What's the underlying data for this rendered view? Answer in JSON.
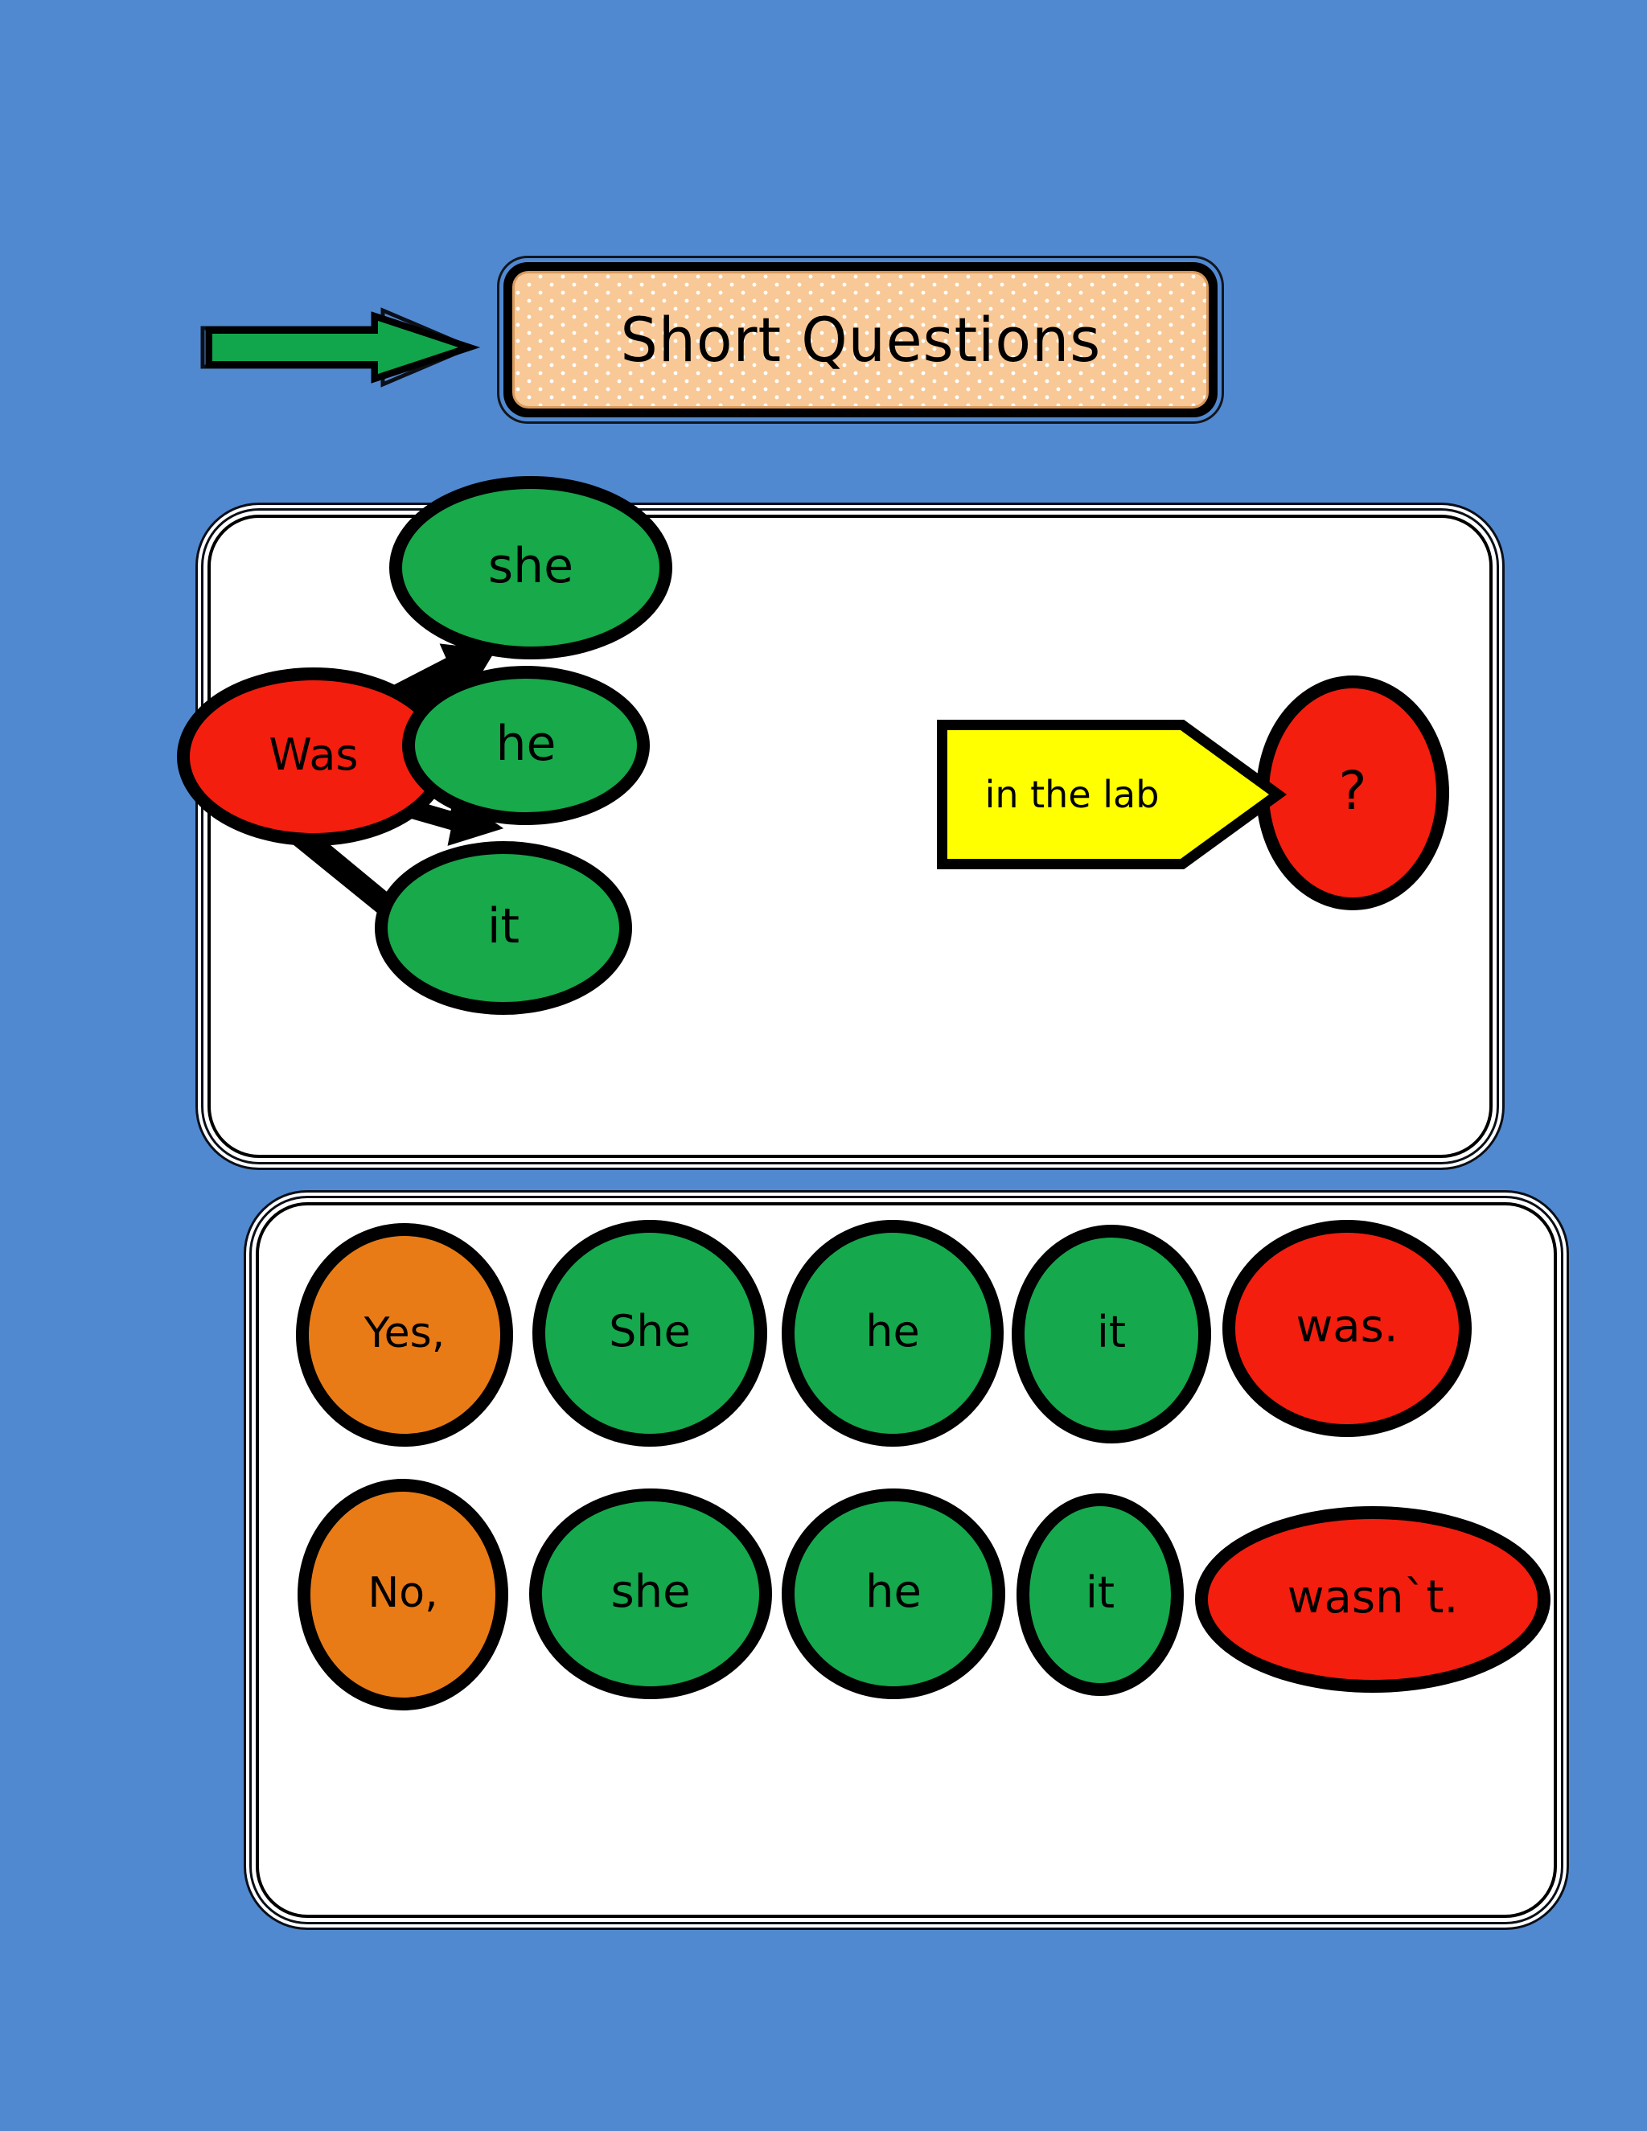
{
  "background_color": "#5189D1",
  "pointer": {
    "icon": "right-arrow-icon",
    "fill": "#12A64C"
  },
  "title": {
    "text": "Short Questions",
    "background": "#F8C896",
    "text_color": "#000000"
  },
  "question_panel": {
    "subject": {
      "label": "Was",
      "color": "#F41E0E",
      "shape": "ellipse"
    },
    "pronouns": [
      {
        "label": "she",
        "color": "#17A94A"
      },
      {
        "label": "he",
        "color": "#17A94A"
      },
      {
        "label": "it",
        "color": "#17A94A"
      }
    ],
    "predicate": {
      "label": "in the lab",
      "color": "#FFFF00",
      "shape": "pentagon-arrow-right"
    },
    "terminator": {
      "label": "?",
      "color": "#F41E0E",
      "shape": "ellipse"
    },
    "connector_icon": "three-branch-arrows-icon"
  },
  "answer_panel": {
    "rows": [
      {
        "name": "affirmative-answer-row",
        "cells": [
          {
            "label": "Yes,",
            "color": "#E97B16"
          },
          {
            "label": "She",
            "color": "#16A84D"
          },
          {
            "label": "he",
            "color": "#16A84D"
          },
          {
            "label": "it",
            "color": "#16A84D"
          },
          {
            "label": "was.",
            "color": "#F41E0E"
          }
        ]
      },
      {
        "name": "negative-answer-row",
        "cells": [
          {
            "label": "No,",
            "color": "#E97B16"
          },
          {
            "label": "she",
            "color": "#16A84D"
          },
          {
            "label": "he",
            "color": "#16A84D"
          },
          {
            "label": "it",
            "color": "#16A84D"
          },
          {
            "label": "wasn`t.",
            "color": "#F41E0E"
          }
        ]
      }
    ]
  }
}
